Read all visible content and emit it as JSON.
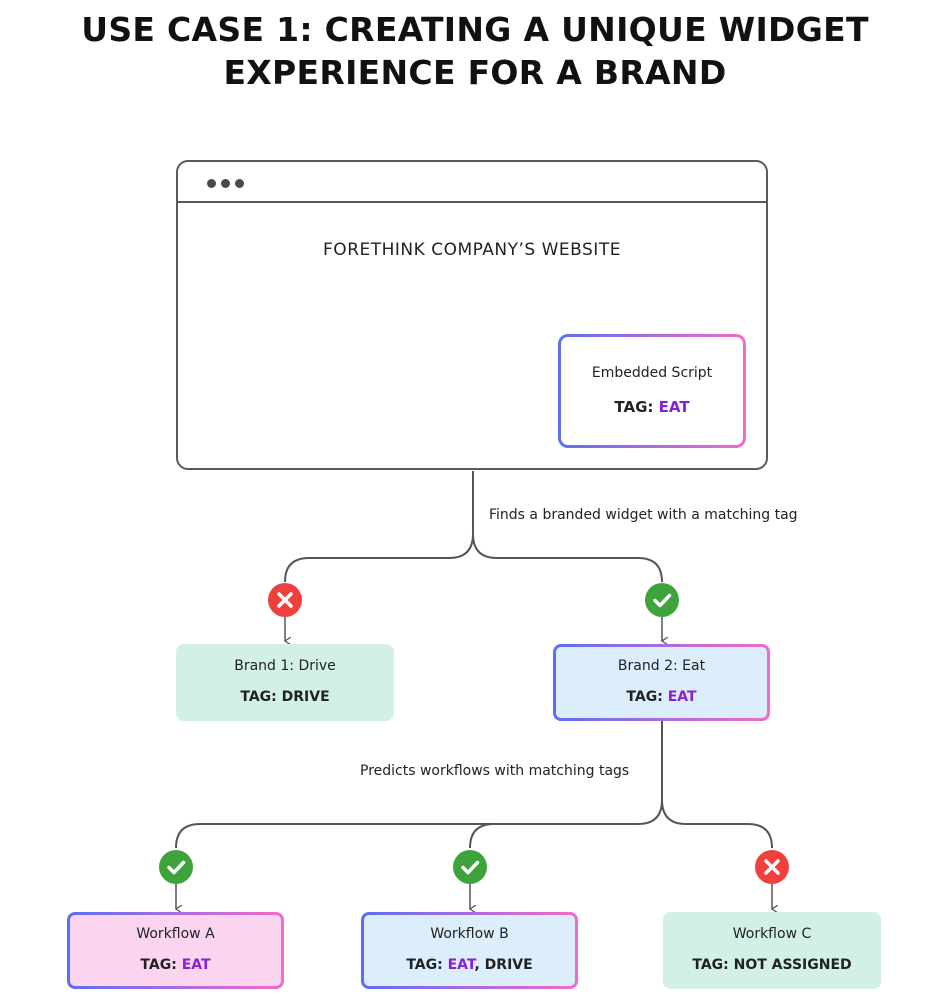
{
  "title": {
    "line1": "USE CASE 1: CREATING A UNIQUE WIDGET",
    "line2": "EXPERIENCE FOR A BRAND"
  },
  "website": {
    "title": "FORETHINK COMPANY’S WEBSITE",
    "icon": "window-dots-icon"
  },
  "embedded_script": {
    "name": "Embedded Script",
    "tag_prefix": "TAG: ",
    "tag_value": "EAT"
  },
  "edge_labels": {
    "website_to_brands": "Finds a branded widget with a matching tag",
    "brand_to_workflows": "Predicts workflows with matching tags"
  },
  "brands": [
    {
      "name": "Brand 1: Drive",
      "tag_prefix": "TAG: ",
      "tag_value": "DRIVE",
      "status": "no-match",
      "icon": "x-circle-icon"
    },
    {
      "name": "Brand 2: Eat",
      "tag_prefix": "TAG: ",
      "tag_value": "EAT",
      "status": "match",
      "icon": "check-circle-icon"
    }
  ],
  "workflows": [
    {
      "name": "Workflow A",
      "tag_prefix": "TAG: ",
      "tag_value": "EAT",
      "tag_suffix": "",
      "status": "match",
      "icon": "check-circle-icon"
    },
    {
      "name": "Workflow B",
      "tag_prefix": "TAG: ",
      "tag_value": "EAT",
      "tag_suffix": ", DRIVE",
      "status": "match",
      "icon": "check-circle-icon"
    },
    {
      "name": "Workflow C",
      "tag_prefix": "TAG: NOT ASSIGNED",
      "tag_value": "",
      "tag_suffix": "",
      "status": "no-match",
      "icon": "x-circle-icon"
    }
  ],
  "colors": {
    "accent": "#8a1fd6",
    "match": "#3ea33a",
    "no_match": "#f0403e",
    "mint": "#d2f0e6",
    "light_blue": "#dcedfb",
    "light_pink": "#fbd5ef",
    "gradient_start": "#5b6ff5",
    "gradient_end": "#f56ac9"
  }
}
